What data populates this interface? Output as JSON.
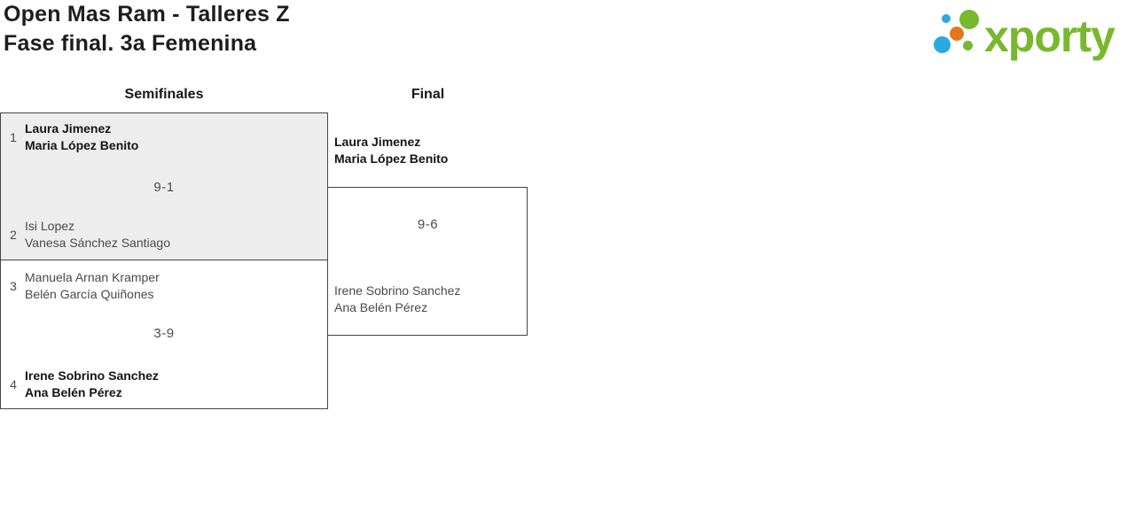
{
  "header": {
    "title_line1": "Open Mas Ram - Talleres Z",
    "title_line2": "Fase final. 3a Femenina"
  },
  "logo": {
    "text": "xporty"
  },
  "brand_colors": {
    "green": "#77b82d",
    "blue": "#29a9e0",
    "orange": "#e5771e"
  },
  "ui_colors": {
    "box_fill_gray": "#ededed",
    "border": "#444444",
    "text_regular": "#4a4a4a",
    "text_winner": "#141414"
  },
  "rounds": {
    "semifinals_label": "Semifinales",
    "final_label": "Final"
  },
  "matches": {
    "semifinal1": {
      "team_top": {
        "seed": "1",
        "players": [
          "Laura Jimenez",
          "Maria López Benito"
        ],
        "winner": true
      },
      "score": "9-1",
      "team_bottom": {
        "seed": "2",
        "players": [
          "Isi Lopez",
          "Vanesa Sánchez Santiago"
        ],
        "winner": false
      }
    },
    "semifinal2": {
      "team_top": {
        "seed": "3",
        "players": [
          "Manuela Arnan Kramper",
          "Belén García Quiñones"
        ],
        "winner": false
      },
      "score": "3-9",
      "team_bottom": {
        "seed": "4",
        "players": [
          "Irene Sobrino Sanchez",
          "Ana Belén Pérez"
        ],
        "winner": true
      }
    },
    "final": {
      "team_top": {
        "players": [
          "Laura Jimenez",
          "Maria López Benito"
        ],
        "winner": true
      },
      "score": "9-6",
      "team_bottom": {
        "players": [
          "Irene Sobrino Sanchez",
          "Ana Belén Pérez"
        ],
        "winner": false
      }
    }
  }
}
